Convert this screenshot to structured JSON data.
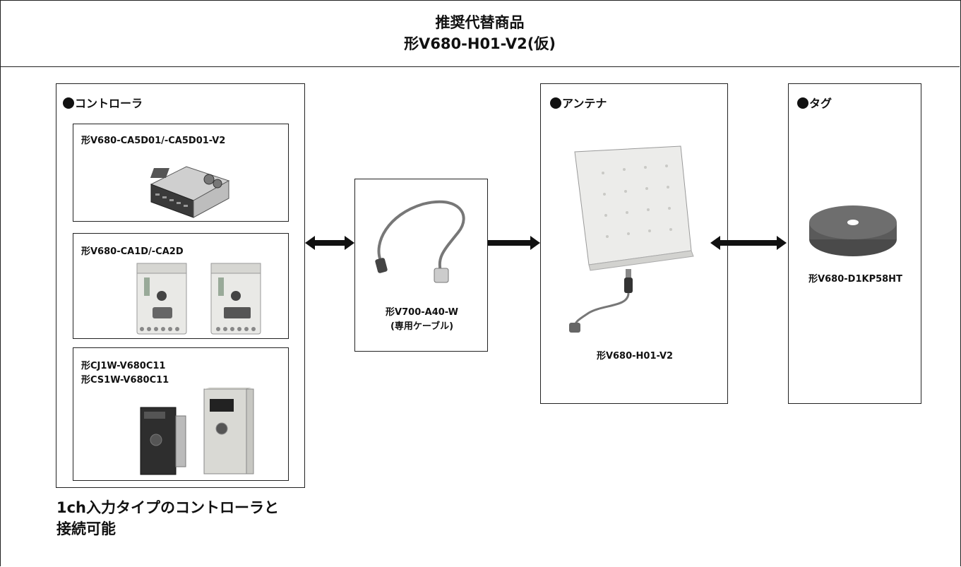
{
  "header": {
    "title": "推奨代替商品",
    "subtitle": "形V680-H01-V2(仮)"
  },
  "controller": {
    "heading": "コントローラ",
    "models": [
      {
        "label": "形V680-CA5D01/-CA5D01-V2"
      },
      {
        "label": "形V680-CA1D/-CA2D"
      },
      {
        "label_line1": "形CJ1W-V680C11",
        "label_line2": "形CS1W-V680C11"
      }
    ],
    "note_line1": "1ch入力タイプのコントローラと",
    "note_line2": "接続可能"
  },
  "cable": {
    "model": "形V700-A40-W",
    "caption": "(専用ケーブル)"
  },
  "antenna": {
    "heading": "アンテナ",
    "model": "形V680-H01-V2"
  },
  "tag": {
    "heading": "タグ",
    "model": "形V680-D1KP58HT"
  }
}
